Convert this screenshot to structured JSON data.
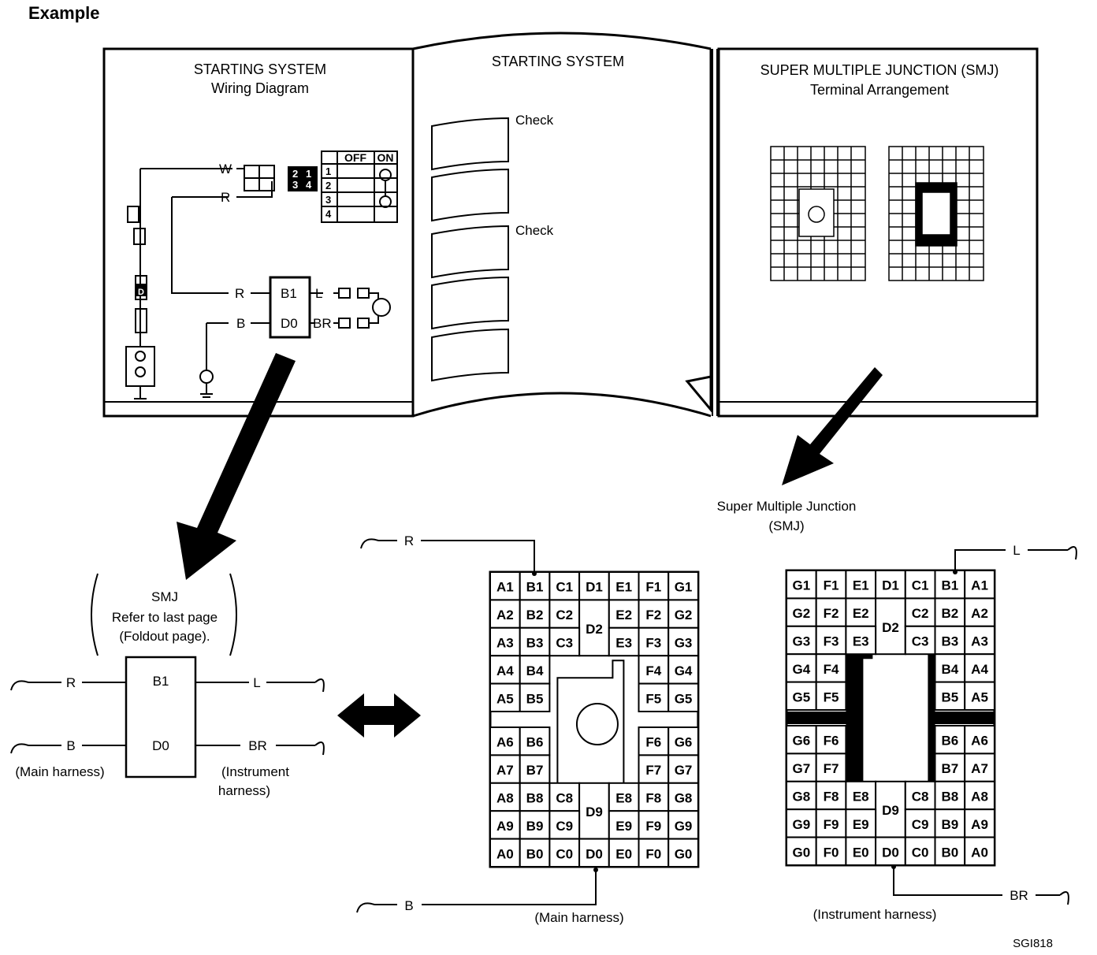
{
  "heading": "Example",
  "figure_code": "SGI818",
  "book": {
    "left_page": {
      "title": "STARTING SYSTEM",
      "subtitle": "Wiring Diagram"
    },
    "middle_page": {
      "title": "STARTING SYSTEM",
      "check_1": "Check",
      "check_2": "Check"
    },
    "right_page": {
      "title": "SUPER MULTIPLE JUNCTION (SMJ)",
      "subtitle": "Terminal Arrangement"
    }
  },
  "wiring": {
    "wire_w": "W",
    "wire_r_top": "R",
    "wire_r_mid": "R",
    "wire_b": "B",
    "wire_l": "L",
    "wire_br": "BR",
    "term_b1": "B1",
    "term_d0": "D0",
    "fuse_label": "D",
    "switch_table": {
      "headers": [
        "OFF",
        "ON"
      ],
      "rows": [
        "1",
        "2",
        "3",
        "4"
      ]
    },
    "connector_numbers": [
      "2",
      "1",
      "3",
      "4"
    ]
  },
  "smj_note": {
    "line1": "SMJ",
    "line2": "Refer to last page",
    "line3": "(Foldout page)."
  },
  "connector_box": {
    "left_top_wire": "R",
    "left_bottom_wire": "B",
    "right_top_wire": "L",
    "right_bottom_wire": "BR",
    "term_top": "B1",
    "term_bottom": "D0",
    "left_caption": "(Main harness)",
    "right_caption_1": "(Instrument",
    "right_caption_2": "harness)"
  },
  "main_block": {
    "wire_top": "R",
    "wire_bottom": "B",
    "caption": "(Main harness)",
    "rows": [
      [
        "A1",
        "B1",
        "C1",
        "D1",
        "E1",
        "F1",
        "G1"
      ],
      [
        "A2",
        "B2",
        "C2",
        "D2",
        "E2",
        "F2",
        "G2"
      ],
      [
        "A3",
        "B3",
        "C3",
        "",
        "E3",
        "F3",
        "G3"
      ],
      [
        "A4",
        "B4",
        "",
        "",
        "",
        "F4",
        "G4"
      ],
      [
        "A5",
        "B5",
        "",
        "",
        "",
        "F5",
        "G5"
      ],
      [
        "A6",
        "B6",
        "",
        "",
        "",
        "F6",
        "G6"
      ],
      [
        "A7",
        "B7",
        "",
        "",
        "",
        "F7",
        "G7"
      ],
      [
        "A8",
        "B8",
        "C8",
        "D9",
        "E8",
        "F8",
        "G8"
      ],
      [
        "A9",
        "B9",
        "C9",
        "",
        "E9",
        "F9",
        "G9"
      ],
      [
        "A0",
        "B0",
        "C0",
        "D0",
        "E0",
        "F0",
        "G0"
      ]
    ]
  },
  "inst_block": {
    "title_1": "Super Multiple Junction",
    "title_2": "(SMJ)",
    "wire_top": "L",
    "wire_bottom": "BR",
    "caption": "(Instrument harness)",
    "rows": [
      [
        "G1",
        "F1",
        "E1",
        "D1",
        "C1",
        "B1",
        "A1"
      ],
      [
        "G2",
        "F2",
        "E2",
        "D2",
        "C2",
        "B2",
        "A2"
      ],
      [
        "G3",
        "F3",
        "E3",
        "",
        "C3",
        "B3",
        "A3"
      ],
      [
        "G4",
        "F4",
        "",
        "",
        "",
        "B4",
        "A4"
      ],
      [
        "G5",
        "F5",
        "",
        "",
        "",
        "B5",
        "A5"
      ],
      [
        "G6",
        "F6",
        "",
        "",
        "",
        "B6",
        "A6"
      ],
      [
        "G7",
        "F7",
        "",
        "",
        "",
        "B7",
        "A7"
      ],
      [
        "G8",
        "F8",
        "E8",
        "D9",
        "C8",
        "B8",
        "A8"
      ],
      [
        "G9",
        "F9",
        "E9",
        "",
        "C9",
        "B9",
        "A9"
      ],
      [
        "G0",
        "F0",
        "E0",
        "D0",
        "C0",
        "B0",
        "A0"
      ]
    ]
  }
}
